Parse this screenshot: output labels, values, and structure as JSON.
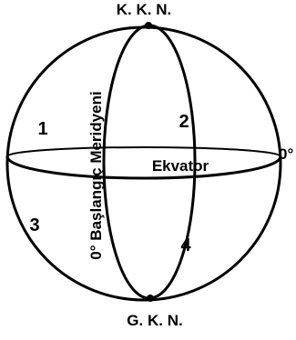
{
  "diagram": {
    "north_pole_label": "K. K. N.",
    "south_pole_label": "G. K. N.",
    "equator_label": "Ekvator",
    "equator_degree_label": "0°",
    "meridian_label": "0° Başlangıç Meridyeni",
    "quadrant_1": "1",
    "quadrant_2": "2",
    "quadrant_3": "3",
    "quadrant_4": "4",
    "line_color": "#000000",
    "background_color": "#ffffff"
  }
}
